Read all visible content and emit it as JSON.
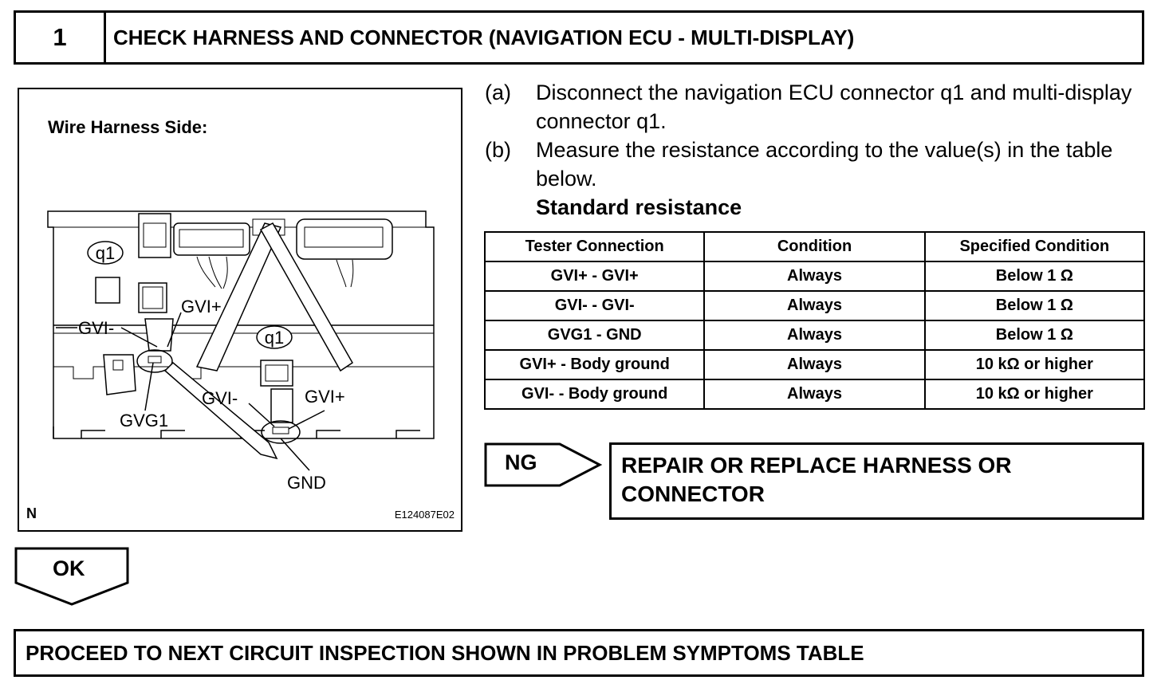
{
  "step": {
    "number": "1",
    "title": "CHECK HARNESS AND CONNECTOR (NAVIGATION ECU - MULTI-DISPLAY)"
  },
  "figure": {
    "caption": "Wire Harness Side:",
    "labels": {
      "q1_left": "q1",
      "q1_right": "q1",
      "gvi_plus_left": "GVI+",
      "gvi_minus_left": "GVI-",
      "gvg1": "GVG1",
      "gvi_minus_right": "GVI-",
      "gvi_plus_right": "GVI+",
      "gnd": "GND"
    },
    "corner_mark": "N",
    "figure_id": "E124087E02"
  },
  "instructions": {
    "a_label": "(a)",
    "a_text": "Disconnect the navigation ECU connector q1 and multi-display connector q1.",
    "b_label": "(b)",
    "b_text": "Measure the resistance according to the value(s) in the table below.",
    "standard": "Standard resistance"
  },
  "table": {
    "headers": [
      "Tester Connection",
      "Condition",
      "Specified Condition"
    ],
    "rows": [
      [
        "GVI+ - GVI+",
        "Always",
        "Below 1 Ω"
      ],
      [
        "GVI- - GVI-",
        "Always",
        "Below 1 Ω"
      ],
      [
        "GVG1 - GND",
        "Always",
        "Below 1 Ω"
      ],
      [
        "GVI+ - Body ground",
        "Always",
        "10 kΩ or higher"
      ],
      [
        "GVI- - Body ground",
        "Always",
        "10 kΩ or higher"
      ]
    ]
  },
  "ng": {
    "label": "NG",
    "action": "REPAIR OR REPLACE HARNESS OR CONNECTOR"
  },
  "ok": {
    "label": "OK"
  },
  "next": {
    "text": "PROCEED TO NEXT CIRCUIT INSPECTION SHOWN IN PROBLEM SYMPTOMS TABLE"
  }
}
